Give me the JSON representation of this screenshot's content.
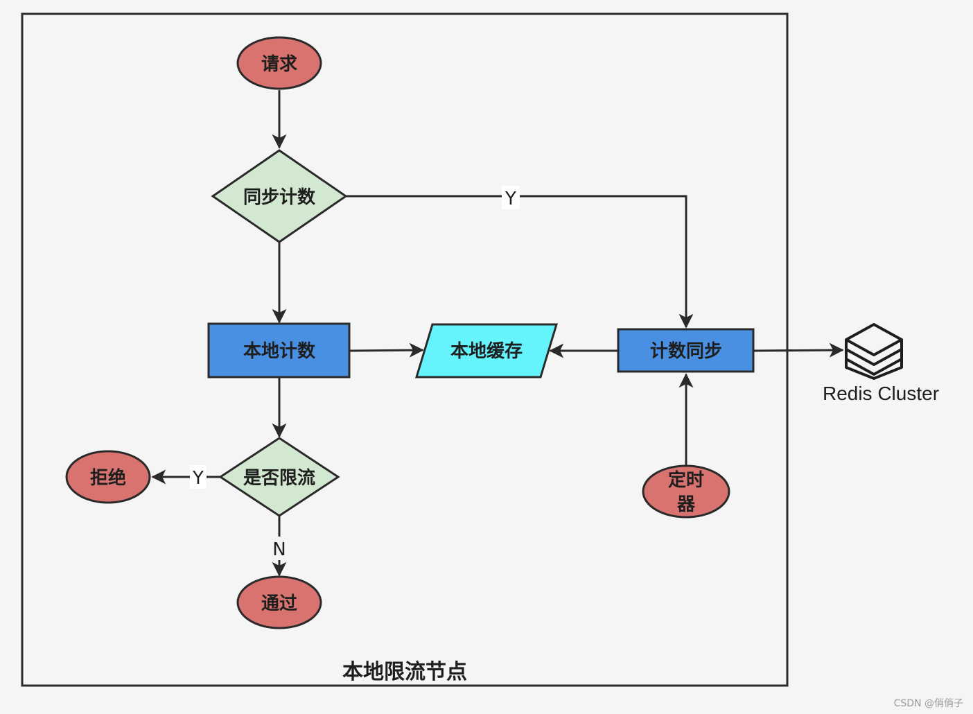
{
  "container": {
    "label": "本地限流节点"
  },
  "nodes": {
    "request": "请求",
    "sync_decision": "同步计数",
    "local_count": "本地计数",
    "local_cache": "本地缓存",
    "count_sync": "计数同步",
    "limit_decision": "是否限流",
    "reject": "拒绝",
    "pass": "通过",
    "timer_line1": "定时",
    "timer_line2": "器"
  },
  "edges": {
    "sync_yes": "Y",
    "limit_yes": "Y",
    "limit_no": "N"
  },
  "redis": {
    "label": "Redis Cluster",
    "icon": "database-layers-icon"
  },
  "watermark": "CSDN @俏俏子",
  "colors": {
    "terminal_fill": "#d9736f",
    "decision_fill": "#d3e8d0",
    "process_fill": "#4a90e2",
    "data_fill": "#66f4fc",
    "stroke": "#2a2a2a",
    "background": "#f6f5f6"
  }
}
